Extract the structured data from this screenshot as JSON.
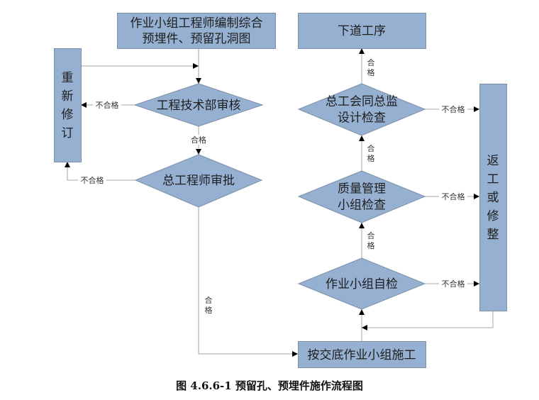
{
  "colors": {
    "fill": "#95b0d1",
    "stroke": "#7d8fa8",
    "line": "#a6a6a6",
    "arrow": "#000000"
  },
  "nodes": {
    "start": {
      "lines": [
        "作业小组工程师编制综合",
        "预埋件、预留孔洞图"
      ]
    },
    "tech_review": {
      "lines": [
        "工程技术部审核"
      ]
    },
    "chief_approval": {
      "lines": [
        "总工程师审批"
      ]
    },
    "revise": {
      "lines": [
        "重",
        "新",
        "修",
        "订"
      ]
    },
    "construct": {
      "lines": [
        "按交底作业小组施工"
      ]
    },
    "self_check": {
      "lines": [
        "作业小组自检"
      ]
    },
    "qc_check": {
      "lines": [
        "质量管理",
        "小组检查"
      ]
    },
    "final_check": {
      "lines": [
        "总工会同总监",
        "设计检查"
      ]
    },
    "next_step": {
      "lines": [
        "下道工序"
      ]
    },
    "rework": {
      "lines": [
        "返",
        "工",
        "或",
        "修",
        "整"
      ]
    }
  },
  "edge_labels": {
    "pass": "合格",
    "fail": "不合格"
  },
  "caption": "图 4.6.6-1  预留孔、预埋件施作流程图"
}
